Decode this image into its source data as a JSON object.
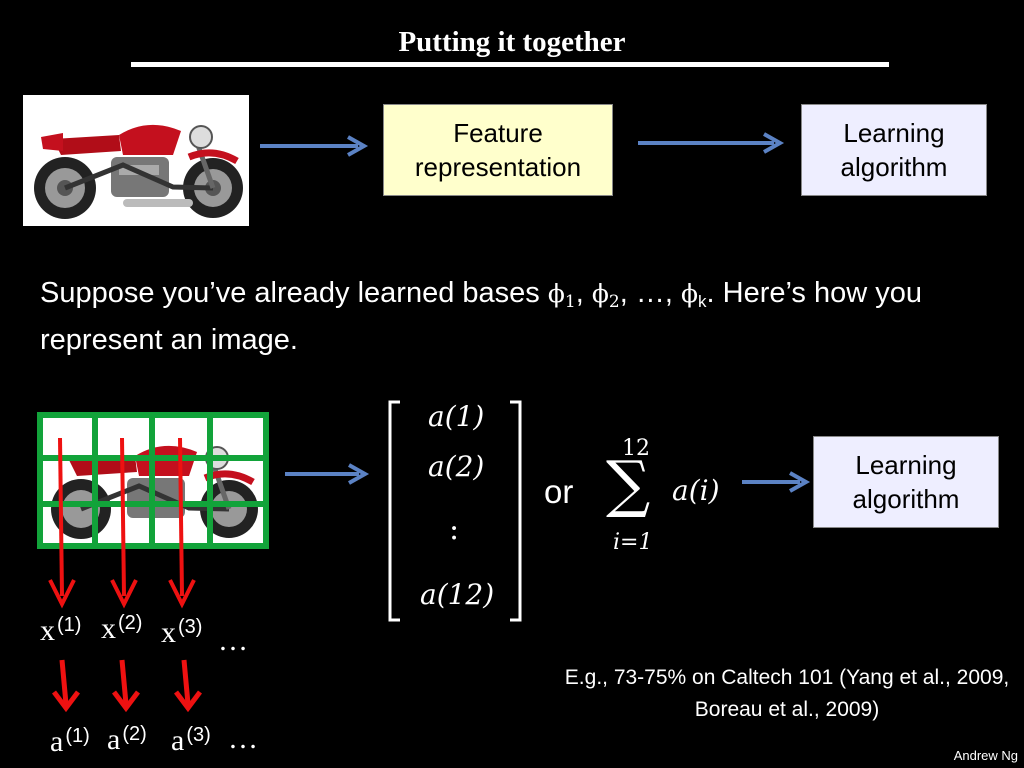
{
  "header": {
    "title": "Putting it together"
  },
  "pipeline": {
    "feature_box": "Feature\nrepresentation",
    "learning_box": "Learning\nalgorithm"
  },
  "statement": {
    "line_start": "Suppose you’ve already learned bases ",
    "phi_symbol": "ϕ",
    "phi_1_sub": "1",
    "phi_2_sub": "2",
    "sep": ", ",
    "ellipsis": "…",
    "phi_k_sub": "k",
    "line_end": ".  Here’s how you represent an image."
  },
  "vector": {
    "entries": [
      "a(1)",
      "a(2)",
      ":",
      "a(12)"
    ]
  },
  "sum_expr": {
    "upper": "12",
    "lower": "i=1",
    "term": "a(i)"
  },
  "or_label": "or",
  "learning_box_2": "Learning\nalgorithm",
  "patches": {
    "x_labels": [
      {
        "base": "x",
        "sup": "(1)"
      },
      {
        "base": "x",
        "sup": "(2)"
      },
      {
        "base": "x",
        "sup": "(3)"
      }
    ],
    "a_labels": [
      {
        "base": "a",
        "sup": "(1)"
      },
      {
        "base": "a",
        "sup": "(2)"
      },
      {
        "base": "a",
        "sup": "(3)"
      }
    ],
    "ellipsis": "…"
  },
  "note": "E.g., 73-75% on Caltech 101 (Yang et al., 2009, Boreau et al., 2009)",
  "credit": "Andrew Ng",
  "colors": {
    "arrow_blue": "#5b82c4",
    "arrow_red": "#ee1111",
    "grid_green": "#12a33a",
    "feature_fill": "#ffffcc",
    "learning_fill": "#eeeeff"
  },
  "icons": {
    "motorcycle_image": "motorcycle-photo"
  }
}
